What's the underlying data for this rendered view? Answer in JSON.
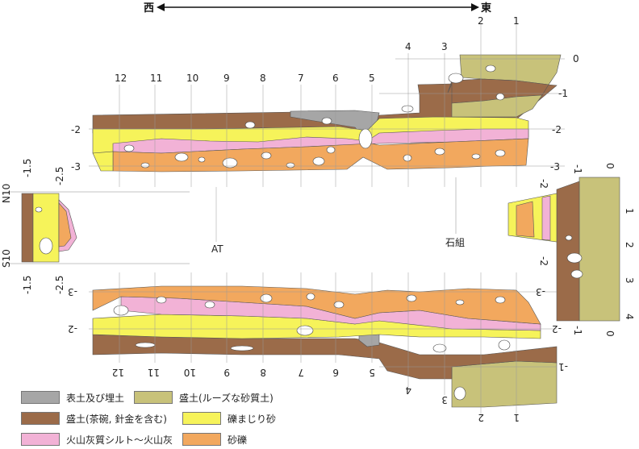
{
  "directions": {
    "west": "西",
    "east": "東"
  },
  "top_numbers": [
    "12",
    "11",
    "10",
    "9",
    "8",
    "7",
    "6",
    "5",
    "4",
    "3",
    "2",
    "1"
  ],
  "bottom_numbers": [
    "12",
    "11",
    "10",
    "9",
    "8",
    "7",
    "6",
    "5",
    "4",
    "3",
    "2",
    "1"
  ],
  "depth_top": [
    "0",
    "-1",
    "-2",
    "-3"
  ],
  "depth_left_top": [
    "-2",
    "-3"
  ],
  "depth_bottom": [
    "-3",
    "-2",
    "-1"
  ],
  "left_section": {
    "n_label": "N10",
    "s_label": "S10",
    "depths": [
      "-1.5",
      "-2.5"
    ]
  },
  "right_section": {
    "numbers": [
      "1",
      "2",
      "3",
      "4"
    ],
    "depths": [
      "0",
      "-1",
      "-2"
    ]
  },
  "labels": {
    "at": "AT",
    "stone": "石組"
  },
  "colors": {
    "gray": "#a6a6a6",
    "olive": "#c8c27a",
    "brown": "#9b6b49",
    "yellow": "#f6f35a",
    "pink": "#f2b2d6",
    "orange": "#f2a85e"
  },
  "legend": [
    {
      "label": "表土及び埋土",
      "color": "#a6a6a6"
    },
    {
      "label": "盛土(ルーズな砂質土)",
      "color": "#c8c27a"
    },
    {
      "label": "盛土(茶碗, 針金を含む)",
      "color": "#9b6b49"
    },
    {
      "label": "礫まじり砂",
      "color": "#f6f35a"
    },
    {
      "label": "火山灰質シルト～火山灰",
      "color": "#f2b2d6"
    },
    {
      "label": "砂礫",
      "color": "#f2a85e"
    }
  ]
}
